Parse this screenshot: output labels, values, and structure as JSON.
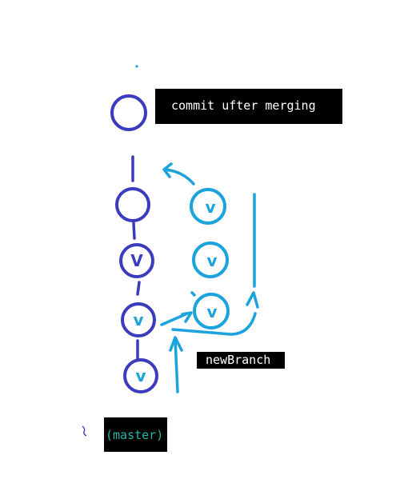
{
  "colors": {
    "master_branch": "#3a3bbd",
    "new_branch": "#1aa3dc",
    "label_background": "#000000",
    "label_text": "#ffffff",
    "master_label_text": "#21b8a8"
  },
  "labels": {
    "merge_commit": "commit ufter merging",
    "new_branch": "newBranch",
    "master": "(master)"
  },
  "diagram": {
    "master_commits": [
      {
        "mark": ""
      },
      {
        "mark": ""
      },
      {
        "mark": "V"
      },
      {
        "mark": "v"
      },
      {
        "mark": "v"
      }
    ],
    "branch_commits": [
      {
        "mark": "v"
      },
      {
        "mark": "v"
      },
      {
        "mark": "v"
      }
    ]
  }
}
